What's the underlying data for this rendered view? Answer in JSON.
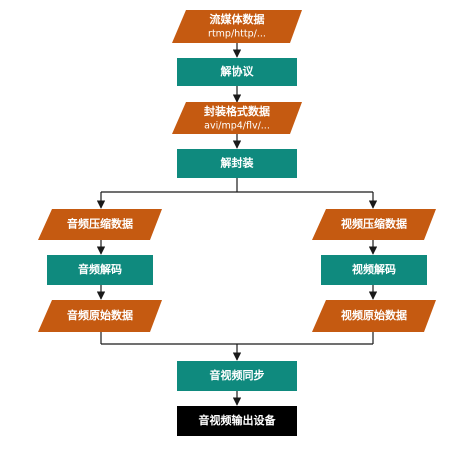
{
  "nodes": {
    "stream": {
      "title": "流媒体数据",
      "sub": "rtmp/http/..."
    },
    "deprotocol": {
      "title": "解协议"
    },
    "container": {
      "title": "封装格式数据",
      "sub": "avi/mp4/flv/..."
    },
    "demux": {
      "title": "解封装"
    },
    "audio_comp": {
      "title": "音频压缩数据"
    },
    "video_comp": {
      "title": "视频压缩数据"
    },
    "audio_decode": {
      "title": "音频解码"
    },
    "video_decode": {
      "title": "视频解码"
    },
    "audio_raw": {
      "title": "音频原始数据"
    },
    "video_raw": {
      "title": "视频原始数据"
    },
    "sync": {
      "title": "音视频同步"
    },
    "output": {
      "title": "音视频输出设备"
    }
  },
  "colors": {
    "data_shape": "#C55A11",
    "process_shape": "#0F8A7E",
    "device_shape": "#000000",
    "connector": "#1a1a1a"
  }
}
